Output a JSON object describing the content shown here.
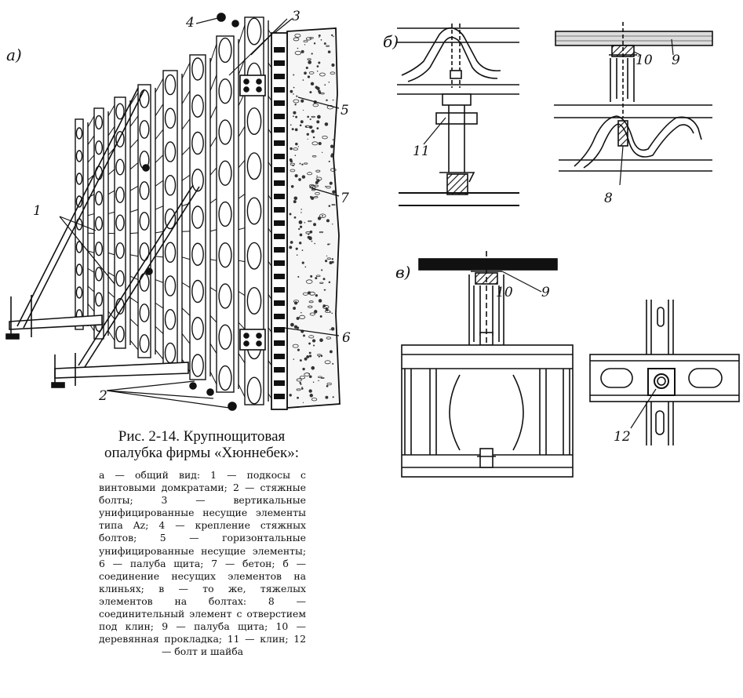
{
  "panels": {
    "a": "a)",
    "b": "б)",
    "v": "в)"
  },
  "callouts": {
    "n1": "1",
    "n2": "2",
    "n3": "3",
    "n4": "4",
    "n5": "5",
    "n6": "6",
    "n7": "7",
    "n8": "8",
    "n9_top": "9",
    "n9_bottom": "9",
    "n10_top": "10",
    "n10_bottom": "10",
    "n11": "11",
    "n12": "12"
  },
  "caption": {
    "title": "Рис. 2-14. Крупнощитовая опалубка фирмы «Хюннебек»:",
    "body": "а — общий вид: 1 — подкосы с винтовыми домкратами; 2 — стяжные болты; 3 — вертикальные унифицированные несущие элементы типа Az; 4 — крепление стяжных болтов; 5 — горизонтальные унифицированные несущие элементы; 6 — палуба щита; 7 — бетон; б — соединение несущих элементов на клиньях; в — то же, тяжелых элементов на болтах: 8 — соединительный элемент с отверстием под клин; 9 — палуба щита; 10 — деревянная прокладка; 11 — клин; 12 — болт и шайба"
  }
}
